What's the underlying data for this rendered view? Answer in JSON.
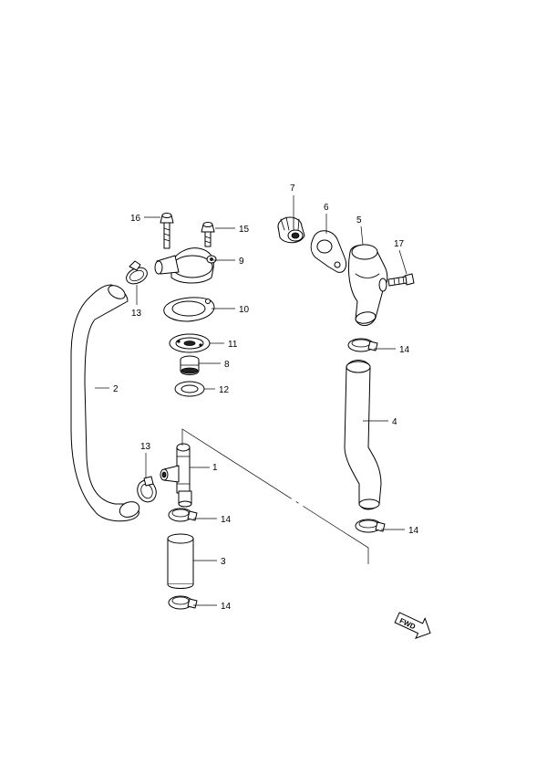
{
  "diagram": {
    "callouts": [
      "1",
      "2",
      "3",
      "4",
      "5",
      "6",
      "7",
      "8",
      "9",
      "10",
      "11",
      "12",
      "13",
      "13",
      "14",
      "14",
      "14",
      "14",
      "15",
      "16",
      "17"
    ],
    "fwd_label": "FWD"
  }
}
